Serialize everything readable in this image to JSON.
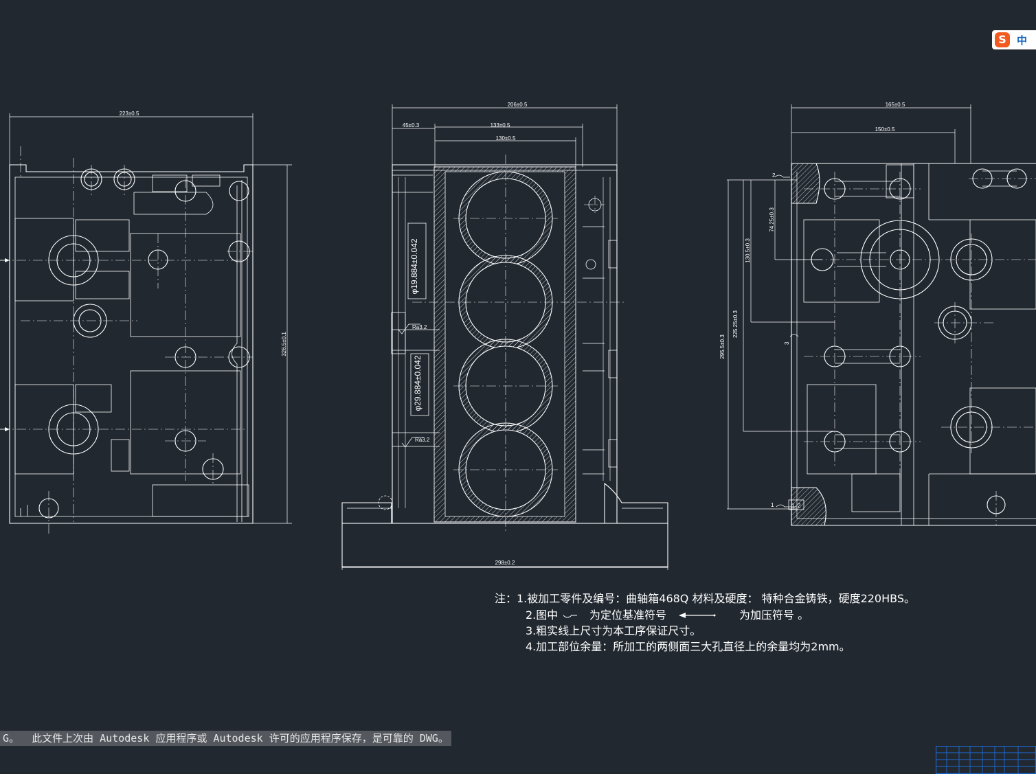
{
  "drawing": {
    "left_view": {
      "width_dim": "223±0.5",
      "height_dim": "326.5±0.1"
    },
    "center_view": {
      "overall_width_dim": "206±0.5",
      "offset_dim": "45±0.3",
      "span_dim_1": "133±0.5",
      "span_dim_2": "130±0.5",
      "base_width_dim": "298±0.2",
      "bore_dim_1": "φ19.884±0.042",
      "bore_dim_2": "φ29.884±0.042",
      "roughness_1": "Ra3.2",
      "roughness_2": "Ra3.2"
    },
    "right_view": {
      "width_dim": "165±0.5",
      "inner_width_dim": "150±0.5",
      "dim_1": "74.25±0.3",
      "dim_2": "130.5±0.3",
      "dim_3": "225.25±0.3",
      "dim_4": "295.5±0.3",
      "locating_marks": [
        "2",
        "3",
        "1",
        "1",
        "2"
      ]
    }
  },
  "notes": {
    "line1": "注：1.被加工零件及编号：曲轴箱468Q  材料及硬度：  特种合金铸铁，硬度220HBS。",
    "line2_a": "2.图中",
    "line2_b": "为定位基准符号",
    "line2_c": "为加压符号  。",
    "line3": "3.粗实线上尺寸为本工序保证尺寸。",
    "line4": "4.加工部位余量：所加工的两侧面三大孔直径上的余量均为2mm。"
  },
  "status_bar": {
    "message": "G。  此文件上次由 Autodesk 应用程序或 Autodesk 许可的应用程序保存，是可靠的 DWG。"
  },
  "ime": {
    "logo": "S",
    "label": "中"
  },
  "colors": {
    "background": "#212830",
    "line": "#ffffff",
    "status_bg": "#54585e",
    "title_block": "#1e6bd6",
    "ime_brand": "#f25a1f"
  }
}
